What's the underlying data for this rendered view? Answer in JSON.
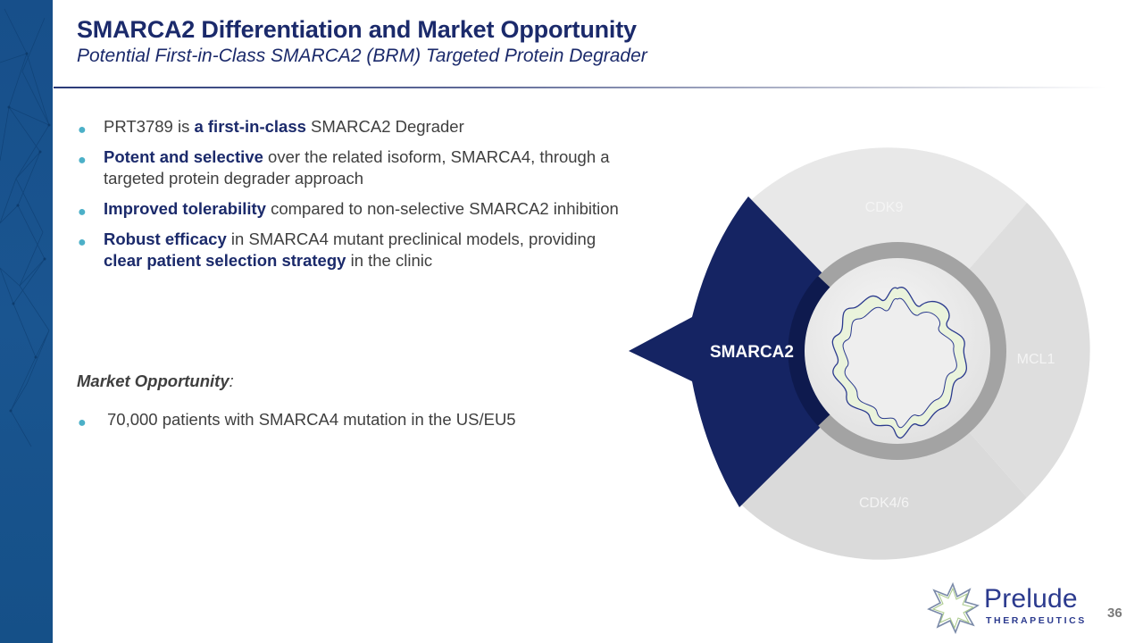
{
  "header": {
    "title": "SMARCA2 Differentiation and Market Opportunity",
    "subtitle": "Potential First-in-Class SMARCA2 (BRM) Targeted Protein Degrader"
  },
  "bullets": [
    {
      "pre": "PRT3789 is ",
      "bold1": "a first-in-class",
      "mid": " SMARCA2 Degrader",
      "bold2": "",
      "post": ""
    },
    {
      "pre": "",
      "bold1": "Potent and selective",
      "mid": " over the related isoform, SMARCA4, through a targeted protein degrader approach",
      "bold2": "",
      "post": ""
    },
    {
      "pre": "",
      "bold1": "Improved tolerability",
      "mid": " compared to non-selective SMARCA2 inhibition",
      "bold2": "",
      "post": ""
    },
    {
      "pre": "",
      "bold1": "Robust efficacy",
      "mid": " in SMARCA4 mutant preclinical models, providing ",
      "bold2": "clear patient selection strategy",
      "post": " in the clinic"
    }
  ],
  "market": {
    "label": "Market Opportunity",
    "colon": ":",
    "items": [
      "70,000 patients with SMARCA4 mutation in the US/EU5"
    ]
  },
  "diagram": {
    "highlighted": "SMARCA2",
    "segments": [
      "CDK9",
      "MCL1",
      "CDK4/6"
    ],
    "colors": {
      "highlight": "#152463",
      "highlight_inner": "#0e1a4e",
      "segment_top": "#e7e7e7",
      "segment_right": "#dcdcdc",
      "segment_bottom": "#d9d9d9",
      "ring": "#9e9e9e",
      "center": "#efefef",
      "dna_strand": "#2b3a8e",
      "dna_rungs": "#a9d17a"
    },
    "center_icon": "dna-ring-icon"
  },
  "footer": {
    "logo_name": "Prelude",
    "logo_sub": "THERAPEUTICS",
    "page_number": "36"
  }
}
